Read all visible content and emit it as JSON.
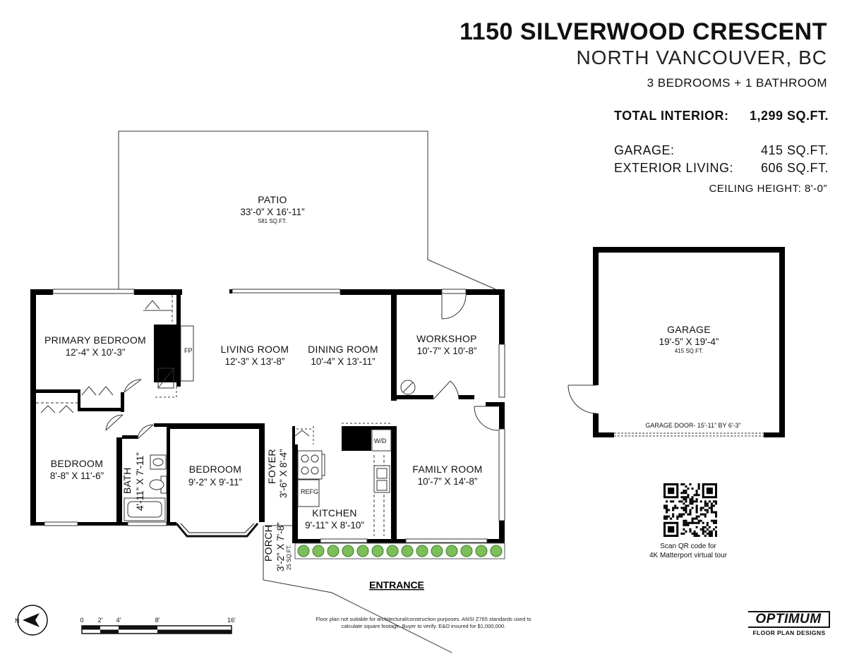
{
  "header": {
    "address": "1150 SILVERWOOD CRESCENT",
    "city": "NORTH VANCOUVER, BC",
    "bedrooms_bathrooms": "3 BEDROOMS + 1 BATHROOM",
    "total_interior_label": "TOTAL INTERIOR:",
    "total_interior_value": "1,299 SQ.FT.",
    "garage_label": "GARAGE:",
    "garage_value": "415 SQ.FT.",
    "exterior_label": "EXTERIOR LIVING:",
    "exterior_value": "606 SQ.FT.",
    "ceiling_height": "CEILING HEIGHT: 8'-0”"
  },
  "rooms": {
    "patio": {
      "name": "PATIO",
      "dims": "33'-0” X 16'-11”",
      "area": "581 SQ.FT."
    },
    "primary_bedroom": {
      "name": "PRIMARY BEDROOM",
      "dims": "12'-4” X 10'-3”"
    },
    "living_room": {
      "name": "LIVING ROOM",
      "dims": "12'-3” X 13'-8”"
    },
    "dining_room": {
      "name": "DINING ROOM",
      "dims": "10'-4” X 13'-11”"
    },
    "workshop": {
      "name": "WORKSHOP",
      "dims": "10'-7” X 10'-8”"
    },
    "garage": {
      "name": "GARAGE",
      "dims": "19'-5” X 19'-4”",
      "area": "415 SQ.FT.",
      "door": "GARAGE DOOR- 15'-11” BY 6'-3”"
    },
    "bedroom_left": {
      "name": "BEDROOM",
      "dims": "8'-8” X 11'-6”"
    },
    "bath": {
      "name": "BATH",
      "dims": "4'-11” X 7'-11”"
    },
    "bedroom_mid": {
      "name": "BEDROOM",
      "dims": "9'-2” X 9'-11”"
    },
    "foyer": {
      "name": "FOYER",
      "dims": "3'-6” X 8'-4”"
    },
    "kitchen": {
      "name": "KITCHEN",
      "dims": "9'-11” X 8'-10”"
    },
    "family_room": {
      "name": "FAMILY ROOM",
      "dims": "10'-7” X 14'-8”"
    },
    "porch": {
      "name": "PORCH",
      "dims": "3'-2” X 7'-8”",
      "area": "25 SQ.FT."
    }
  },
  "fixtures": {
    "fireplace": "FP",
    "washer_dryer": "W/D",
    "fridge": "REFG"
  },
  "entrance": "ENTRANCE",
  "scale_labels": [
    "0",
    "2'",
    "4'",
    "8'",
    "16'"
  ],
  "compass": "N",
  "qr_caption": [
    "Scan QR code for",
    "4K Matterport virtual tour"
  ],
  "disclaimer": [
    "Floor plan not suitable for architectural/construction purposes. ANSI Z765 standards used to",
    "calculate square footage. Buyer to verify.  E&O insured for $1,000,000."
  ],
  "brand": {
    "name": "OPTIMUM",
    "tagline": "FLOOR PLAN DESIGNS"
  }
}
